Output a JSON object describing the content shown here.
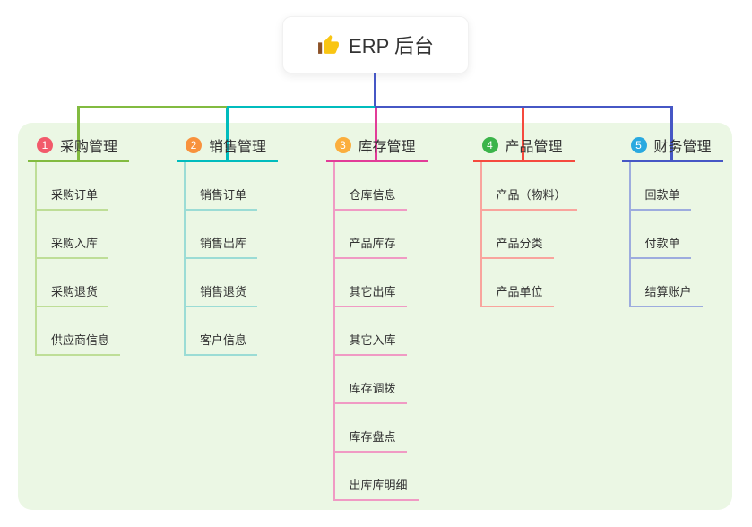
{
  "root": {
    "label": "ERP 后台",
    "icon": "thumbs-up-icon",
    "line_color": "#4657c5"
  },
  "panel": {
    "background": "#ebf7e4"
  },
  "branches": [
    {
      "num": "1",
      "label": "采购管理",
      "color": "#82bb40",
      "light_color": "#bede97",
      "badge_color": "#f25a6b",
      "children": [
        "采购订单",
        "采购入库",
        "采购退货",
        "供应商信息"
      ]
    },
    {
      "num": "2",
      "label": "销售管理",
      "color": "#00bcbd",
      "light_color": "#9bdcd5",
      "badge_color": "#f8923d",
      "children": [
        "销售订单",
        "销售出库",
        "销售退货",
        "客户信息"
      ]
    },
    {
      "num": "3",
      "label": "库存管理",
      "color": "#e23c98",
      "light_color": "#f09ac4",
      "badge_color": "#fbae3d",
      "children": [
        "仓库信息",
        "产品库存",
        "其它出库",
        "其它入库",
        "库存调拨",
        "库存盘点",
        "出库库明细"
      ]
    },
    {
      "num": "4",
      "label": "产品管理",
      "color": "#f54a3e",
      "light_color": "#f9a49d",
      "badge_color": "#3bb44a",
      "children": [
        "产品（物料）",
        "产品分类",
        "产品单位"
      ]
    },
    {
      "num": "5",
      "label": "财务管理",
      "color": "#4657c5",
      "light_color": "#9dacde",
      "badge_color": "#29a9e0",
      "children": [
        "回款单",
        "付款单",
        "结算账户"
      ]
    }
  ]
}
